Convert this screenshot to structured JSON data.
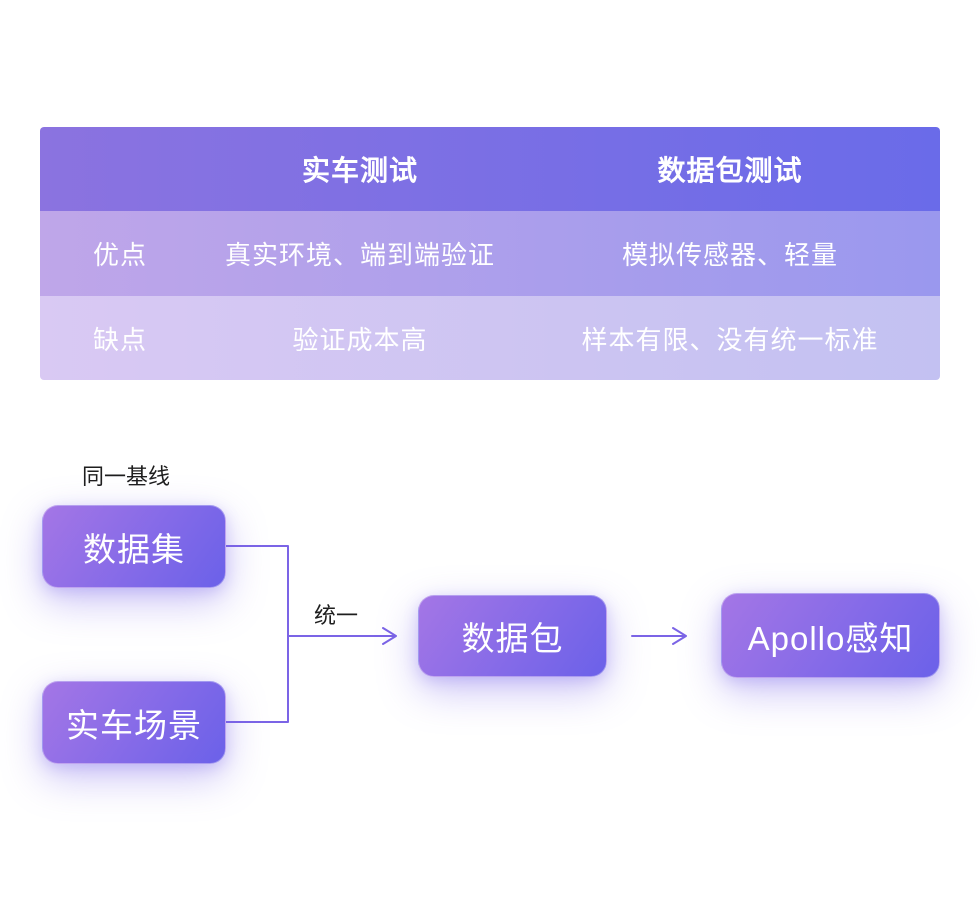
{
  "colors": {
    "header_gradient_left": "#8b73e0",
    "header_gradient_right": "#6a6be9",
    "row_pros_gradient_left": "#bfa6e9",
    "row_pros_gradient_right": "#9a98ee",
    "row_cons_gradient_left": "#d9c9f3",
    "row_cons_gradient_right": "#c3c1f2",
    "node_gradient_start": "#a476e6",
    "node_gradient_end": "#6b61e9",
    "connector_line": "#7b64e6",
    "table_text": "#ffffff",
    "annotation_text": "#1e1e1e"
  },
  "table": {
    "header": {
      "corner": "",
      "real_vehicle": "实车测试",
      "data_package": "数据包测试"
    },
    "rows": [
      {
        "label": "优点",
        "real_vehicle": "真实环境、端到端验证",
        "data_package": "模拟传感器、轻量"
      },
      {
        "label": "缺点",
        "real_vehicle": "验证成本高",
        "data_package": "样本有限、没有统一标准"
      }
    ]
  },
  "flow": {
    "baseline_label": "同一基线",
    "unify_label": "统一",
    "nodes": {
      "dataset": "数据集",
      "real_vehicle_scene": "实车场景",
      "data_package": "数据包",
      "apollo_perception": "Apollo感知"
    }
  }
}
